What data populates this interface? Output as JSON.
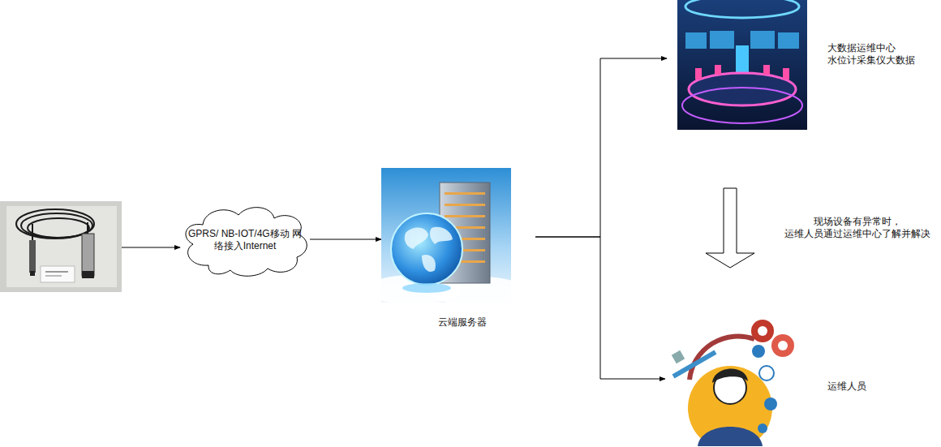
{
  "diagram": {
    "nodes": [
      {
        "text": []
      },
      {
        "text": [
          "GPRS/ NB-IOT/4G移动 网络接入Internet"
        ]
      },
      {
        "text": [
          "云端服务器"
        ]
      },
      {
        "text": [
          "大数据运维中心 水位计采集仪大数据"
        ]
      },
      {
        "text": [
          "运维人员"
        ]
      }
    ],
    "edges": [
      {
        "from": 0,
        "to": 1,
        "arrow": "to"
      },
      {
        "from": 1,
        "to": 2,
        "arrow": "to"
      },
      {
        "from": 2,
        "to": 3,
        "arrow": "to"
      },
      {
        "from": 2,
        "to": 4,
        "arrow": "to"
      }
    ],
    "labels": [
      "现场设备有异常时， 运维人员通过运维中心了解并解决"
    ]
  }
}
